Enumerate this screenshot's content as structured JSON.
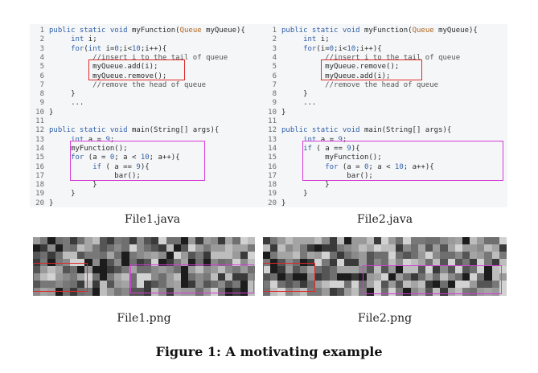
{
  "file1": {
    "lines": [
      {
        "n": "1",
        "t": [
          [
            "kw",
            "public static void "
          ],
          [
            "",
            "myFunction("
          ],
          [
            "ty",
            "Queue"
          ],
          [
            "",
            " myQueue){"
          ]
        ]
      },
      {
        "n": "2",
        "t": [
          [
            "",
            "     "
          ],
          [
            "kw",
            "int"
          ],
          [
            "",
            " i;"
          ]
        ]
      },
      {
        "n": "3",
        "t": [
          [
            "",
            "     "
          ],
          [
            "kw",
            "for"
          ],
          [
            "",
            "("
          ],
          [
            "kw",
            "int"
          ],
          [
            "",
            " i="
          ],
          [
            "num",
            "0"
          ],
          [
            "",
            ";i<"
          ],
          [
            "num",
            "10"
          ],
          [
            "",
            ";i++){"
          ]
        ]
      },
      {
        "n": "4",
        "t": [
          [
            "cm",
            "          //insert i to the tail of queue"
          ]
        ]
      },
      {
        "n": "5",
        "t": [
          [
            "",
            "          myQueue.add(i);"
          ]
        ]
      },
      {
        "n": "6",
        "t": [
          [
            "",
            "          myQueue.remove();"
          ]
        ]
      },
      {
        "n": "7",
        "t": [
          [
            "cm",
            "          //remove the head of queue"
          ]
        ]
      },
      {
        "n": "8",
        "t": [
          [
            "",
            "     }"
          ]
        ]
      },
      {
        "n": "9",
        "t": [
          [
            "",
            "     ..."
          ]
        ]
      },
      {
        "n": "10",
        "t": [
          [
            "",
            "}"
          ]
        ]
      },
      {
        "n": "11",
        "t": [
          [
            "",
            ""
          ]
        ]
      },
      {
        "n": "12",
        "t": [
          [
            "kw",
            "public static void "
          ],
          [
            "",
            "main(String[] args){"
          ]
        ]
      },
      {
        "n": "13",
        "t": [
          [
            "",
            "     "
          ],
          [
            "kw",
            "int"
          ],
          [
            "",
            " a = "
          ],
          [
            "num",
            "9"
          ],
          [
            "",
            ";"
          ]
        ]
      },
      {
        "n": "14",
        "t": [
          [
            "",
            "     myFunction();"
          ]
        ]
      },
      {
        "n": "15",
        "t": [
          [
            "",
            "     "
          ],
          [
            "kw",
            "for"
          ],
          [
            "",
            " (a = "
          ],
          [
            "num",
            "0"
          ],
          [
            "",
            "; a < "
          ],
          [
            "num",
            "10"
          ],
          [
            "",
            "; a++){"
          ]
        ]
      },
      {
        "n": "16",
        "t": [
          [
            "",
            "          "
          ],
          [
            "kw",
            "if"
          ],
          [
            "",
            " ( a == "
          ],
          [
            "num",
            "9"
          ],
          [
            "",
            "){"
          ]
        ]
      },
      {
        "n": "17",
        "t": [
          [
            "",
            "               bar();"
          ]
        ]
      },
      {
        "n": "18",
        "t": [
          [
            "",
            "          }"
          ]
        ]
      },
      {
        "n": "19",
        "t": [
          [
            "",
            "     }"
          ]
        ]
      },
      {
        "n": "20",
        "t": [
          [
            "",
            "}"
          ]
        ]
      }
    ],
    "caption": "File1.java"
  },
  "file2": {
    "lines": [
      {
        "n": "1",
        "t": [
          [
            "kw",
            "public static void "
          ],
          [
            "",
            "myFunction("
          ],
          [
            "ty",
            "Queue"
          ],
          [
            "",
            " myQueue){"
          ]
        ]
      },
      {
        "n": "2",
        "t": [
          [
            "",
            "     "
          ],
          [
            "kw",
            "int"
          ],
          [
            "",
            " i;"
          ]
        ]
      },
      {
        "n": "3",
        "t": [
          [
            "",
            "     "
          ],
          [
            "kw",
            "for"
          ],
          [
            "",
            "(i="
          ],
          [
            "num",
            "0"
          ],
          [
            "",
            ";i<"
          ],
          [
            "num",
            "10"
          ],
          [
            "",
            ";i++){"
          ]
        ]
      },
      {
        "n": "4",
        "t": [
          [
            "cm",
            "          //insert i to the tail of queue"
          ]
        ]
      },
      {
        "n": "5",
        "t": [
          [
            "",
            "          myQueue.remove();"
          ]
        ]
      },
      {
        "n": "6",
        "t": [
          [
            "",
            "          myQueue.add(i);"
          ]
        ]
      },
      {
        "n": "7",
        "t": [
          [
            "cm",
            "          //remove the head of queue"
          ]
        ]
      },
      {
        "n": "8",
        "t": [
          [
            "",
            "     }"
          ]
        ]
      },
      {
        "n": "9",
        "t": [
          [
            "",
            "     ..."
          ]
        ]
      },
      {
        "n": "10",
        "t": [
          [
            "",
            "}"
          ]
        ]
      },
      {
        "n": "11",
        "t": [
          [
            "",
            ""
          ]
        ]
      },
      {
        "n": "12",
        "t": [
          [
            "kw",
            "public static void "
          ],
          [
            "",
            "main(String[] args){"
          ]
        ]
      },
      {
        "n": "13",
        "t": [
          [
            "",
            "     "
          ],
          [
            "kw",
            "int"
          ],
          [
            "",
            " a = "
          ],
          [
            "num",
            "9"
          ],
          [
            "",
            ";"
          ]
        ]
      },
      {
        "n": "14",
        "t": [
          [
            "",
            "     "
          ],
          [
            "kw",
            "if"
          ],
          [
            "",
            " ( a == "
          ],
          [
            "num",
            "9"
          ],
          [
            "",
            "){"
          ]
        ]
      },
      {
        "n": "15",
        "t": [
          [
            "",
            "          myFunction();"
          ]
        ]
      },
      {
        "n": "16",
        "t": [
          [
            "",
            "          "
          ],
          [
            "kw",
            "for"
          ],
          [
            "",
            " (a = "
          ],
          [
            "num",
            "0"
          ],
          [
            "",
            "; a < "
          ],
          [
            "num",
            "10"
          ],
          [
            "",
            "; a++){"
          ]
        ]
      },
      {
        "n": "17",
        "t": [
          [
            "",
            "               bar();"
          ]
        ]
      },
      {
        "n": "18",
        "t": [
          [
            "",
            "          }"
          ]
        ]
      },
      {
        "n": "19",
        "t": [
          [
            "",
            "     }"
          ]
        ]
      },
      {
        "n": "20",
        "t": [
          [
            "",
            "}"
          ]
        ]
      }
    ],
    "caption": "File2.java"
  },
  "images": {
    "left_caption": "File1.png",
    "right_caption": "File2.png"
  },
  "figure_caption": "Figure 1: A motivating example",
  "colors": {
    "highlight_red": "#e02828",
    "highlight_magenta": "#d63cd6",
    "code_bg": "#f5f6f8"
  }
}
